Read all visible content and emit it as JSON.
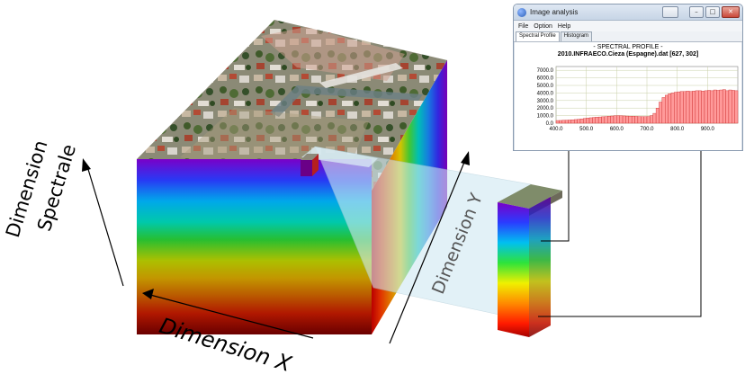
{
  "labels": {
    "dimension_spectrale_line1": "Dimension",
    "dimension_spectrale_line2": "Spectrale",
    "dimension_x": "Dimension X",
    "dimension_y": "Dimension Y"
  },
  "window": {
    "title": "Image analysis",
    "menu": [
      "File",
      "Option",
      "Help"
    ],
    "tabs": [
      "Spectral Profile",
      "Histogram"
    ],
    "active_tab": "Spectral Profile",
    "controls": {
      "minimize": "–",
      "maximize": "□",
      "close": "✕"
    }
  },
  "icons": {
    "app": "image-analysis-icon",
    "arrows": [
      "arrow-up-icon",
      "arrow-left-icon",
      "arrow-up-right-icon"
    ]
  },
  "chart_data": {
    "type": "bar",
    "title": "- SPECTRAL PROFILE -",
    "subtitle": "2010.INFRAECO.Cieza (Espagne).dat [627, 302]",
    "xlim": [
      400,
      1000
    ],
    "ylim": [
      0,
      7500
    ],
    "x_ticks": [
      "400.0",
      "500.0",
      "600.0",
      "700.0",
      "800.0",
      "900.0"
    ],
    "y_ticks": [
      "0.0",
      "1000.0",
      "2000.0",
      "3000.0",
      "4000.0",
      "5000.0",
      "6000.0",
      "7000.0"
    ],
    "grid": true,
    "bar_color": "#ff9a9a",
    "bar_edge_color": "#cc2a2a",
    "x": [
      405,
      415,
      425,
      435,
      445,
      455,
      465,
      475,
      485,
      495,
      505,
      515,
      525,
      535,
      545,
      555,
      565,
      575,
      585,
      595,
      605,
      615,
      625,
      635,
      645,
      655,
      665,
      675,
      685,
      695,
      705,
      715,
      725,
      735,
      745,
      755,
      765,
      775,
      785,
      795,
      805,
      815,
      825,
      835,
      845,
      855,
      865,
      875,
      885,
      895,
      905,
      915,
      925,
      935,
      945,
      955,
      965,
      975,
      985,
      995
    ],
    "values": [
      350,
      360,
      380,
      400,
      420,
      450,
      480,
      520,
      560,
      620,
      680,
      720,
      760,
      800,
      820,
      850,
      880,
      920,
      950,
      980,
      1000,
      980,
      960,
      940,
      930,
      920,
      900,
      880,
      870,
      860,
      880,
      1000,
      1300,
      2000,
      2800,
      3400,
      3700,
      3900,
      4000,
      4100,
      4150,
      4200,
      4200,
      4250,
      4200,
      4250,
      4300,
      4300,
      4250,
      4300,
      4350,
      4300,
      4400,
      4350,
      4400,
      4450,
      4300,
      4400,
      4350,
      4300
    ]
  },
  "colors": {
    "spectral_top": "#7a00c8",
    "spectral_bottom": "#d40000",
    "slice_panel": "#cfe9f2",
    "leader_line": "#000000"
  }
}
